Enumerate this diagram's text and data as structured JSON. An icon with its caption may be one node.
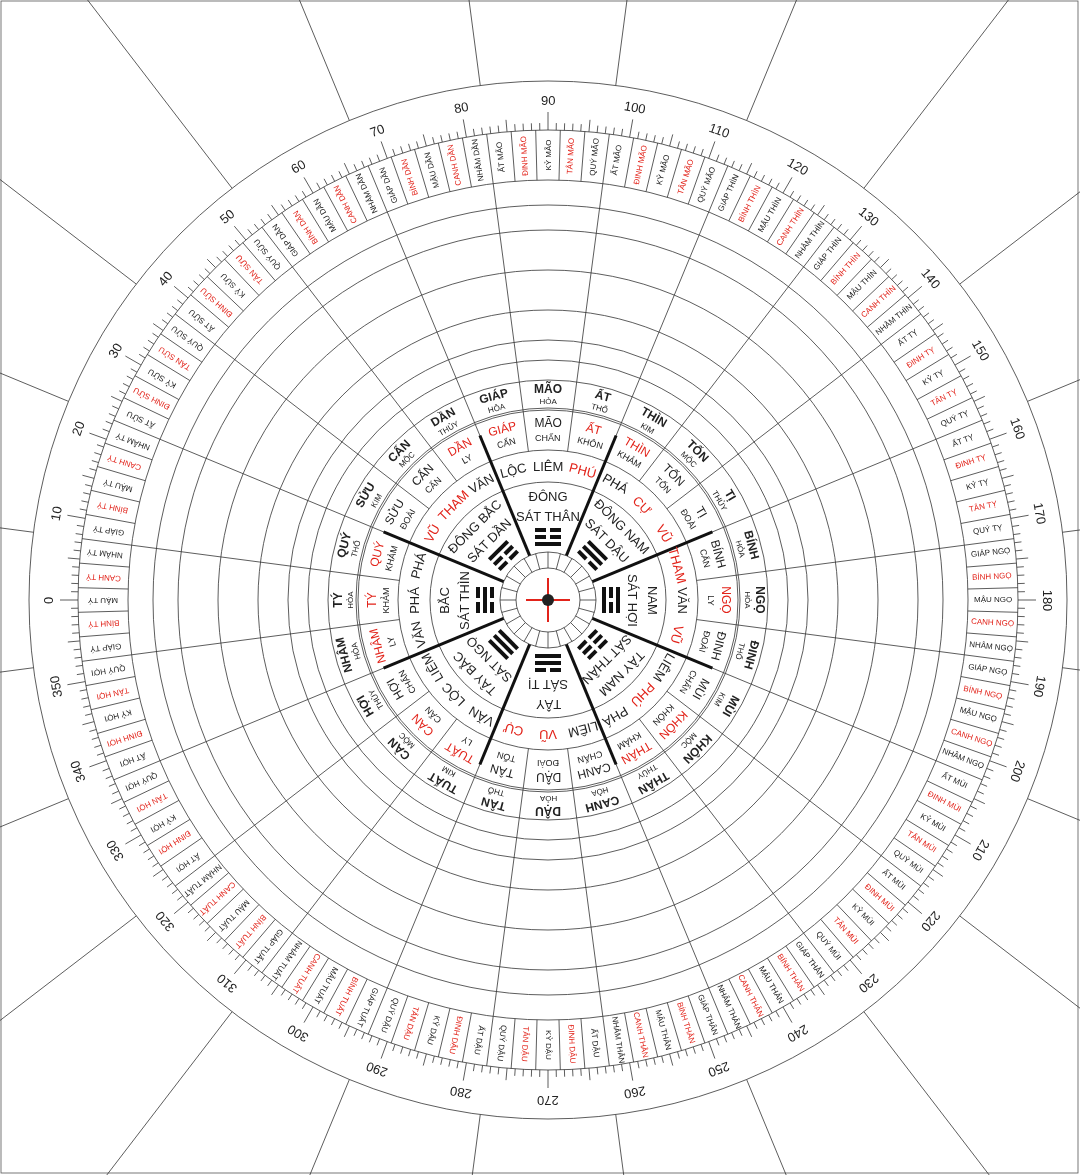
{
  "diagram": {
    "labels": [
      "0",
      "10",
      "20",
      "30",
      "40",
      "50",
      "60",
      "70",
      "80",
      "90",
      "100",
      "110",
      "120",
      "130",
      "140",
      "150",
      "160",
      "170",
      "180",
      "190",
      "200",
      "210",
      "220",
      "230",
      "240",
      "250",
      "260",
      "270",
      "280",
      "290",
      "300",
      "310",
      "320",
      "330",
      "340",
      "350",
      "GIÁP TÝ",
      "BÍNH TÝ",
      "MẬU TÝ",
      "CANH TÝ",
      "NHÂM TÝ",
      "GIÁP TÝ",
      "BÍNH TÝ",
      "MẬU TÝ",
      "CANH TÝ",
      "NHÂM TÝ",
      "ẤT SỬU",
      "ĐINH SỬU",
      "KỶ SỬU",
      "TÂN SỬU",
      "QUÝ SỬU",
      "ẤT SỬU",
      "ĐINH SỬU",
      "KỶ SỬU",
      "TÂN SỬU",
      "QUÝ SỬU",
      "GIÁP DẦN",
      "BÍNH DẦN",
      "MẬU DẦN",
      "CANH DẦN",
      "NHÂM DẦN",
      "GIÁP DẦN",
      "BÍNH DẦN",
      "MẬU DẦN",
      "CANH DẦN",
      "NHÂM DẦN",
      "ẤT MÃO",
      "ĐINH MÃO",
      "KỶ MÃO",
      "TÂN MÃO",
      "QUÝ MÃO",
      "ẤT MÃO",
      "ĐINH MÃO",
      "KỶ MÃO",
      "TÂN MÃO",
      "QUÝ MÃO",
      "GIÁP THÌN",
      "BÍNH THÌN",
      "MẬU THÌN",
      "CANH THÌN",
      "NHÂM THÌN",
      "GIÁP THÌN",
      "BÍNH THÌN",
      "MẬU THÌN",
      "CANH THÌN",
      "NHÂM THÌN",
      "ẤT TỴ",
      "ĐINH TỴ",
      "KỶ TỴ",
      "TÂN TỴ",
      "QUÝ TỴ",
      "ẤT TỴ",
      "ĐINH TỴ",
      "KỶ TỴ",
      "TÂN TỴ",
      "QUÝ TỴ",
      "GIÁP NGỌ",
      "BÍNH NGỌ",
      "MẬU NGỌ",
      "CANH NGỌ",
      "NHÂM NGỌ",
      "GIÁP NGỌ",
      "BÍNH NGỌ",
      "MẬU NGỌ",
      "CANH NGỌ",
      "NHÂM NGỌ",
      "ẤT MÙI",
      "ĐINH MÙI",
      "KỶ MÙI",
      "TÂN MÙI",
      "QUÝ MÙI",
      "ẤT MÙI",
      "ĐINH MÙI",
      "KỶ MÙI",
      "TÂN MÙI",
      "QUÝ MÙI",
      "GIÁP THÂN",
      "BÍNH THÂN",
      "MẬU THÂN",
      "CANH THÂN",
      "NHÂM THÂN",
      "GIÁP THÂN",
      "BÍNH THÂN",
      "MẬU THÂN",
      "CANH THÂN",
      "NHÂM THÂN",
      "ẤT DẬU",
      "ĐINH DẬU",
      "KỶ DẬU",
      "TÂN DẬU",
      "QUÝ DẬU",
      "ẤT DẬU",
      "ĐINH DẬU",
      "KỶ DẬU",
      "TÂN DẬU",
      "QUÝ DẬU",
      "GIÁP TUẤT",
      "BÍNH TUẤT",
      "MẬU TUẤT",
      "CANH TUẤT",
      "NHÂM TUẤT",
      "GIÁP TUẤT",
      "BÍNH TUẤT",
      "MẬU TUẤT",
      "CANH TUẤT",
      "NHÂM TUẤT",
      "ẤT HỢI",
      "ĐINH HỢI",
      "KỶ HỢI",
      "TÂN HỢI",
      "QUÝ HỢI",
      "ẤT HỢI",
      "ĐINH HỢI",
      "KỶ HỢI",
      "TÂN HỢI",
      "QUÝ HỢI",
      "NHÂM",
      "HỎA",
      "TÝ",
      "HỎA",
      "QUÝ",
      "THỔ",
      "SỬU",
      "KIM",
      "CẤN",
      "MỘC",
      "DẦN",
      "THỦY",
      "GIÁP",
      "HỎA",
      "MÃO",
      "HỎA",
      "ẤT",
      "THỔ",
      "THÌN",
      "KIM",
      "TỐN",
      "MỘC",
      "TỊ",
      "THỦY",
      "BÍNH",
      "HỎA",
      "NGỌ",
      "HỎA",
      "ĐINH",
      "THỔ",
      "MÙI",
      "KIM",
      "KHÔN",
      "MỘC",
      "THÂN",
      "THỦY",
      "CANH",
      "HỎA",
      "DẬU",
      "HỎA",
      "TÂN",
      "THỔ",
      "TUẤT",
      "KIM",
      "CÀN",
      "MỘC",
      "HỢI",
      "THỦY",
      "NHÂM",
      "LY",
      "VĂN",
      "TÝ",
      "KHẢM",
      "PHÁ",
      "QUÝ",
      "KHẢM",
      "PHÁ",
      "SỬU",
      "ĐOÀI",
      "VŨ",
      "CẤN",
      "CẤN",
      "THAM",
      "DẦN",
      "LY",
      "VĂN",
      "GIÁP",
      "CẤN",
      "LỘC",
      "MÃO",
      "CHẤN",
      "LIÊM",
      "ẤT",
      "KHÔN",
      "PHÚ",
      "THÌN",
      "KHẢM",
      "PHÁ",
      "TỐN",
      "TỐN",
      "CỰ",
      "TỊ",
      "ĐOÀI",
      "VŨ",
      "BÍNH",
      "CẤN",
      "THAM",
      "NGỌ",
      "LY",
      "VĂN",
      "ĐINH",
      "ĐOÀI",
      "VŨ",
      "MÙI",
      "CHẤN",
      "LIÊM",
      "KHÔN",
      "KHÔN",
      "PHÚ",
      "THÂN",
      "KHẢM",
      "PHÁ",
      "CANH",
      "CHẤN",
      "LIÊM",
      "DẬU",
      "ĐOÀI",
      "VŨ",
      "TÂN",
      "TỐN",
      "CỰ",
      "TUẤT",
      "LY",
      "VĂN",
      "CÀN",
      "CẤN",
      "LỘC",
      "HỢI",
      "CHẤN",
      "LIÊM",
      "BẮC",
      "SÁT THÌN",
      "ĐÔNG BẮC",
      "SÁT DẦN",
      "ĐÔNG",
      "SÁT THÂN",
      "ĐÔNG NAM",
      "SÁT DẬU",
      "NAM",
      "SÁT HỢI",
      "TÂY NAM",
      "SÁT THÂN",
      "TÂY",
      "SÁT TỊ",
      "TÂY BẮC",
      "SÁT NGỌ"
    ]
  }
}
